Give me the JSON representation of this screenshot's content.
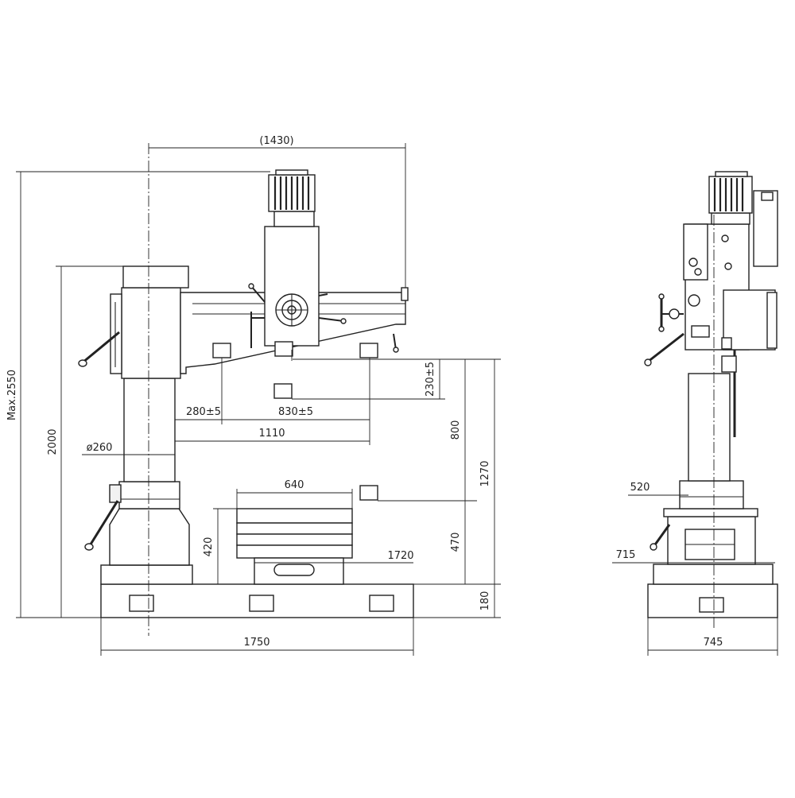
{
  "dimensions": {
    "arm_reach": "(1430)",
    "max_height": "Max.2550",
    "arm_height": "2000",
    "column_diameter": "ø260",
    "min_spindle_offset": "280±5",
    "head_travel": "830±5",
    "max_spindle_offset": "1110",
    "spindle_stroke": "230±5",
    "arm_vertical_travel": "800",
    "spindle_to_base": "1270",
    "table_width": "640",
    "table_height": "420",
    "spindle_to_table": "470",
    "overall_length_side": "1720",
    "base_height": "180",
    "base_length": "1750",
    "side_column_offset": "520",
    "side_table_offset": "715",
    "base_width": "745"
  }
}
